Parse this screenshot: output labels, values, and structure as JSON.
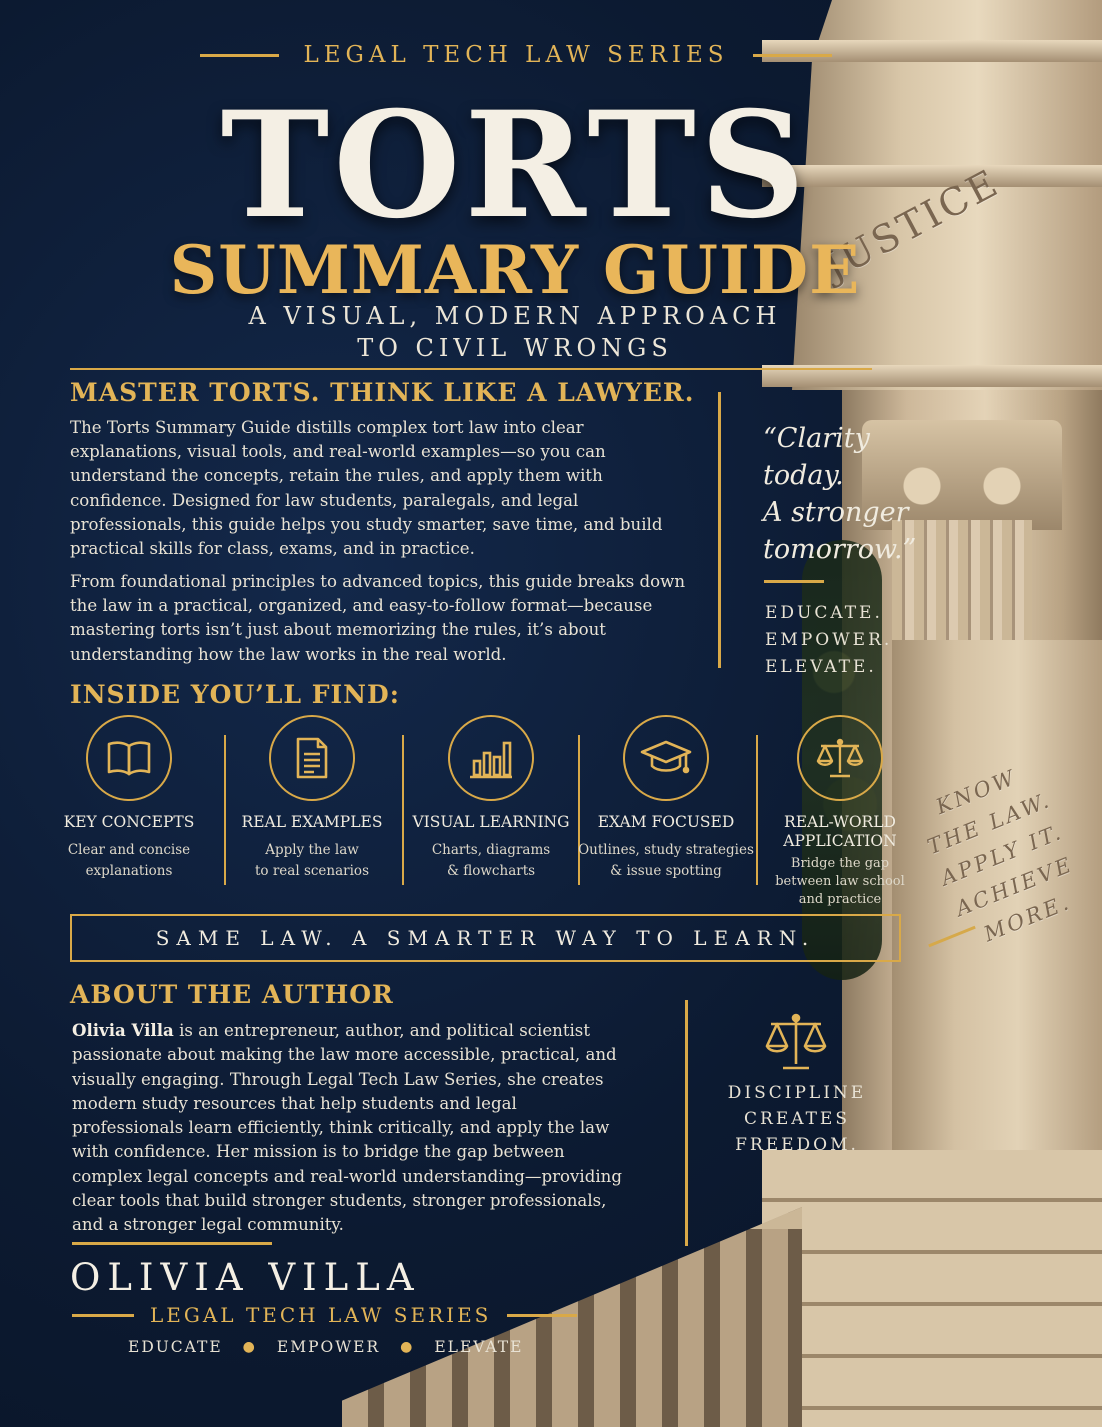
{
  "header": {
    "series": "LEGAL TECH LAW SERIES",
    "title": "TORTS",
    "subtitle": "SUMMARY GUIDE",
    "tagline_line1": "A VISUAL, MODERN APPROACH",
    "tagline_line2": "TO CIVIL WRONGS"
  },
  "intro": {
    "heading": "MASTER TORTS. THINK LIKE A LAWYER.",
    "paragraph1": "The Torts Summary Guide distills complex tort law into clear explanations, visual tools, and real-world examples—so you can understand the concepts, retain the rules, and apply them with confidence. Designed for law students, paralegals, and legal professionals, this guide helps you study smarter, save time, and build practical skills for class, exams, and in practice.",
    "paragraph2": "From foundational principles to advanced topics, this guide breaks down the law in a practical, organized, and easy-to-follow format—because mastering torts isn’t just about memorizing the rules, it’s about understanding how the law works in the real world."
  },
  "quote": {
    "line1": "“Clarity",
    "line2": "today.",
    "line3": "A stronger",
    "line4": "tomorrow.”",
    "mantra1": "EDUCATE.",
    "mantra2": "EMPOWER.",
    "mantra3": "ELEVATE."
  },
  "inside": {
    "heading": "INSIDE YOU’LL FIND:",
    "features": [
      {
        "icon": "book-icon",
        "title": "KEY CONCEPTS",
        "desc1": "Clear and concise",
        "desc2": "explanations"
      },
      {
        "icon": "document-icon",
        "title": "REAL EXAMPLES",
        "desc1": "Apply the law",
        "desc2": "to real scenarios"
      },
      {
        "icon": "bar-chart-icon",
        "title": "VISUAL LEARNING",
        "desc1": "Charts, diagrams",
        "desc2": "& flowcharts"
      },
      {
        "icon": "graduation-cap-icon",
        "title": "EXAM FOCUSED",
        "desc1": "Outlines, study strategies",
        "desc2": "& issue spotting"
      },
      {
        "icon": "scales-icon",
        "title1": "REAL-WORLD",
        "title2": "APPLICATION",
        "desc1": "Bridge the gap",
        "desc2": "between law school",
        "desc3": "and practice"
      }
    ]
  },
  "banner": "SAME LAW. A SMARTER WAY TO LEARN.",
  "about": {
    "heading": "ABOUT THE AUTHOR",
    "name_inline": "Olivia Villa",
    "paragraph": " is an entrepreneur, author, and political scientist passionate about making the law more accessible, practical, and visually engaging. Through Legal Tech Law Series, she creates modern study resources that help students and legal professionals learn efficiently, think critically, and apply the law with confidence. Her mission is to bridge the gap between complex legal concepts and real-world understanding—providing clear tools that build stronger students, stronger  professionals, and a stronger legal community.",
    "author_name": "OLIVIA VILLA",
    "series": "LEGAL TECH LAW SERIES",
    "tag1": "EDUCATE",
    "tag2": "EMPOWER",
    "tag3": "ELEVATE"
  },
  "side_motto": {
    "line1": "DISCIPLINE",
    "line2": "CREATES",
    "line3": "FREEDOM."
  },
  "building": {
    "inscription": "JUSTICE",
    "carving1": "KNOW",
    "carving2": "THE LAW.",
    "carving3": "APPLY IT.",
    "carving4": "ACHIEVE MORE."
  },
  "colors": {
    "navy": "#0d1b33",
    "gold": "#d9a948",
    "cream": "#f4efe4"
  }
}
